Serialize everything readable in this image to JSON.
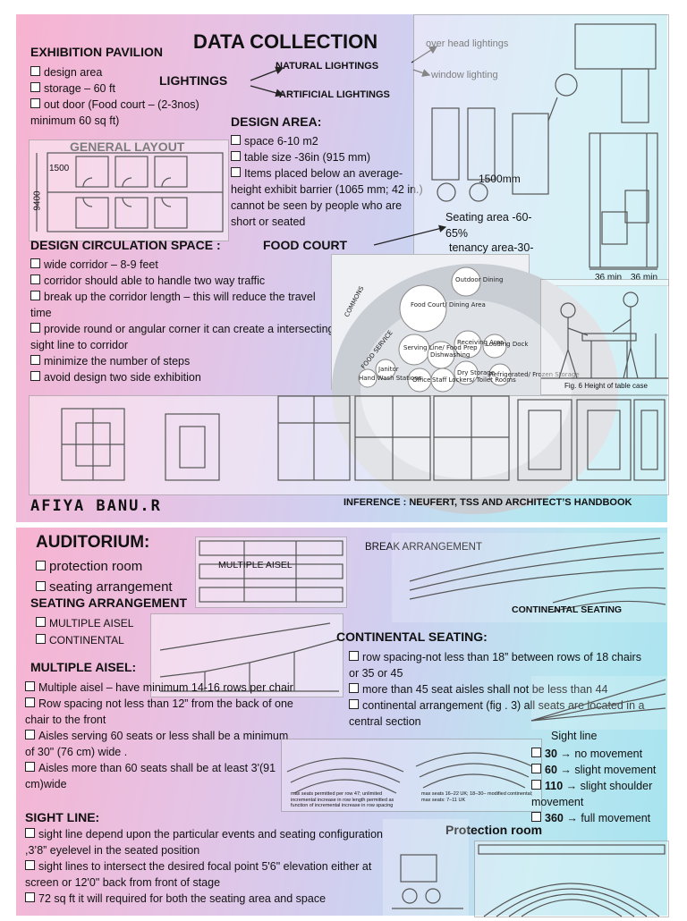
{
  "slide1": {
    "exhibition_pavilion": {
      "title": "EXHIBITION PAVILION",
      "items": [
        "design area",
        "storage – 60 ft",
        "out door (Food court – (2-3nos) minimum 60 sq ft)"
      ]
    },
    "data_collection": "DATA COLLECTION",
    "lightings": {
      "label": "LIGHTINGS",
      "natural": "NATURAL LIGHTINGS",
      "artificial": "ARTIFICIAL LIGHTINGS",
      "overhead": "over head lightings",
      "window": "window lighting"
    },
    "general_layout": "GENERAL LAYOUT",
    "layout_dims": {
      "w": "1500",
      "h": "9400"
    },
    "design_area": {
      "title": "DESIGN AREA:",
      "items": [
        "space 6-10 m2",
        "table size -36in (915 mm)",
        "Items placed below an average-height exhibit barrier (1065 mm; 42 in.) cannot be seen by people who are short or seated"
      ]
    },
    "dim_1500": "1500mm",
    "seating_area": "Seating area -60-65%",
    "tenancy_area": "tenancy area-30-35%",
    "food_court": "FOOD COURT",
    "circulation": {
      "title": "DESIGN CIRCULATION SPACE",
      "colon": ":",
      "items": [
        "wide corridor – 8-9 feet",
        "corridor should able to handle two way traffic",
        "break up the corridor length – this will reduce the travel time",
        "provide round or angular corner it can create a intersecting sight line to corridor",
        "minimize the number of steps",
        "avoid design two side exhibition"
      ]
    },
    "food_diagram": {
      "commons": "COMMONS",
      "food_service": "FOOD SERVICE",
      "bubbles": [
        "Food Court/ Dining Area",
        "Outdoor Dining",
        "Serving Line/ Food Prep",
        "Dishwashing",
        "Receiving Area",
        "Loading Dock",
        "Dry Storage",
        "Refrigerated/ Frozen Storage",
        "Staff Lockers/ Toilet Rooms",
        "Office",
        "Janitor",
        "Hand Wash Stations"
      ]
    },
    "fig_caption": "Fig. 6  Height of table case",
    "dims_36": [
      "36 min",
      "36 min"
    ],
    "author": "AFIYA BANU.R",
    "inference": "INFERENCE : NEUFERT, TSS AND ARCHITECT’S HANDBOOK"
  },
  "slide2": {
    "auditorium": {
      "title": "AUDITORIUM:",
      "items": [
        "protection room",
        "seating arrangement"
      ]
    },
    "multiple_aisel_label": "MULTIPLE AISEL",
    "break_arrangement": "BREAK ARRANGEMENT",
    "continental_seating_label": "CONTINENTAL SEATING",
    "seating_arrangement": {
      "title": "SEATING ARRANGEMENT",
      "items": [
        "MULTIPLE AISEL",
        "CONTINENTAL"
      ]
    },
    "multiple_aisel": {
      "title": "MULTIPLE AISEL:",
      "items": [
        "Multiple aisel – have minimum 14-16 rows per chair",
        "Row spacing not less than 12” from the back of one chair to the front",
        "Aisles serving 60 seats or less shall be a minimum of 30\" (76 cm) wide .",
        "Aisles  more than 60 seats shall be at least 3'(91 cm)wide"
      ]
    },
    "continental_seating": {
      "title": "CONTINENTAL SEATING:",
      "items": [
        "row spacing-not less than 18” between rows of 18 chairs or 35 or 45",
        "more than 45 seat aisles shall not be less than 44",
        "continental arrangement (fig . 3) all seats are located in a central section"
      ]
    },
    "sight_line": {
      "title": "SIGHT LINE:",
      "label": "Sight line",
      "items": [
        "sight line depend  upon the particular events and  seating configuration  ,3’8” eyelevel in the seated position",
        "sight lines to intersect the desired focal point 5'6\" elevation either at screen or 12'0\" back from front of stage",
        "72 sq ft it will required for both the seating area and space"
      ],
      "movements": [
        {
          "deg": "30",
          "desc": "no movement"
        },
        {
          "deg": "60",
          "desc": "slight movement"
        },
        {
          "deg": "110",
          "desc": "slight shoulder movement"
        },
        {
          "deg": "360",
          "desc": "full movement"
        }
      ]
    },
    "protection_room": "Protection room",
    "fan_notes": {
      "left": "max seats permitted per row 47; unlimited incremental increase in row length permitted as function of incremental increase in row spacing",
      "right": "max seats 16–22 UK; 18–30– modified continental; max seats: 7–11 UK"
    }
  }
}
